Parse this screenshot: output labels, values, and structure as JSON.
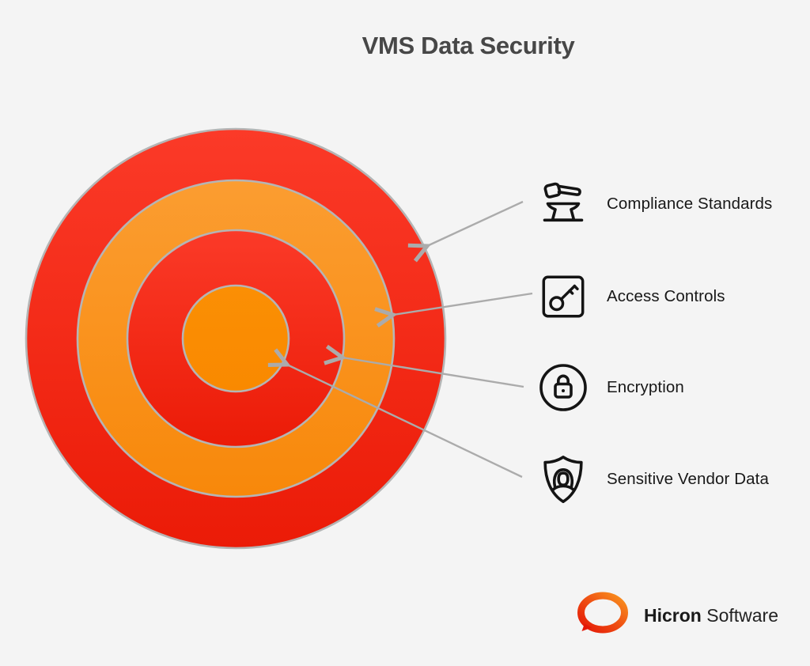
{
  "title": "VMS Data Security",
  "colors": {
    "background": "#f4f4f4",
    "title_text": "#474747",
    "label_text": "#181818",
    "icon_stroke": "#141414",
    "ring_stroke": "#b5b5b5",
    "arrow": "#ababab",
    "red_ring_top": "#fb3a28",
    "red_ring_bottom": "#eb1b07",
    "orange_ring_top": "#fb9d31",
    "orange_ring_bottom": "#f8880a",
    "center_top": "#fb8f04",
    "center_bottom": "#f98900",
    "logo_red": "#e41707",
    "logo_orange": "#f9941e"
  },
  "diagram": {
    "type": "concentric-rings-target",
    "rings": [
      {
        "level": 1,
        "position": "outer",
        "color_name": "red",
        "icon": "gavel-icon",
        "label": "Compliance Standards"
      },
      {
        "level": 2,
        "position": "second",
        "color_name": "orange",
        "icon": "key-icon",
        "label": "Access Controls"
      },
      {
        "level": 3,
        "position": "third",
        "color_name": "red",
        "icon": "padlock-circle-icon",
        "label": "Encryption"
      },
      {
        "level": 4,
        "position": "center",
        "color_name": "orange",
        "icon": "shield-person-icon",
        "label": "Sensitive Vendor Data"
      }
    ]
  },
  "footer": {
    "brand_bold": "Hicron",
    "brand_regular": "Software"
  }
}
